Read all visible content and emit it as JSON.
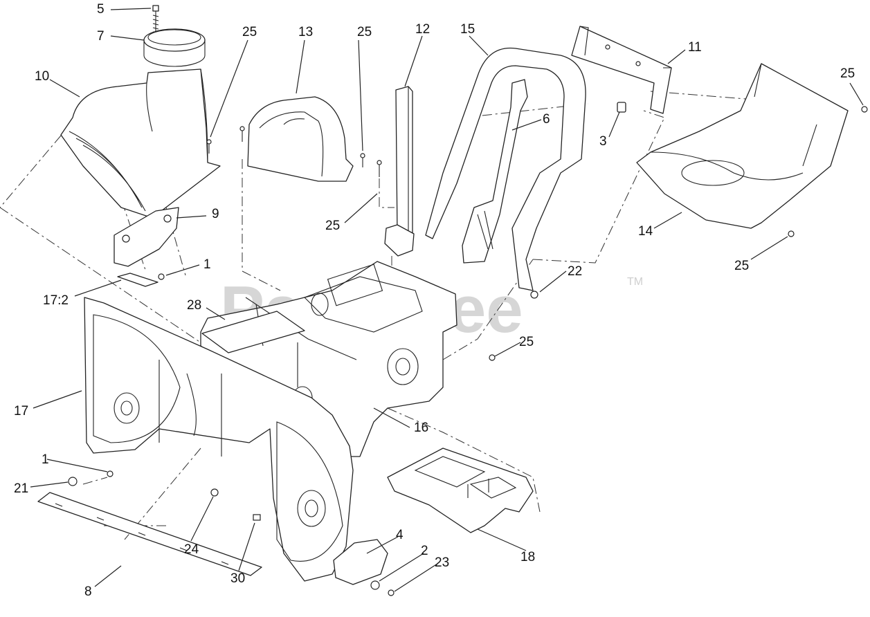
{
  "watermark": {
    "text": "PartsTree",
    "trademark": "TM"
  },
  "callouts": [
    "5",
    "7",
    "25",
    "13",
    "25",
    "12",
    "15",
    "11",
    "10",
    "25",
    "6",
    "3",
    "9",
    "25",
    "14",
    "1",
    "22",
    "25",
    "17:2",
    "28",
    "25",
    "16",
    "17",
    "1",
    "21",
    "24",
    "4",
    "2",
    "23",
    "18",
    "30",
    "8"
  ],
  "colors": {
    "line": "#222222",
    "watermark": "#d6d6d6",
    "background": "#ffffff"
  }
}
